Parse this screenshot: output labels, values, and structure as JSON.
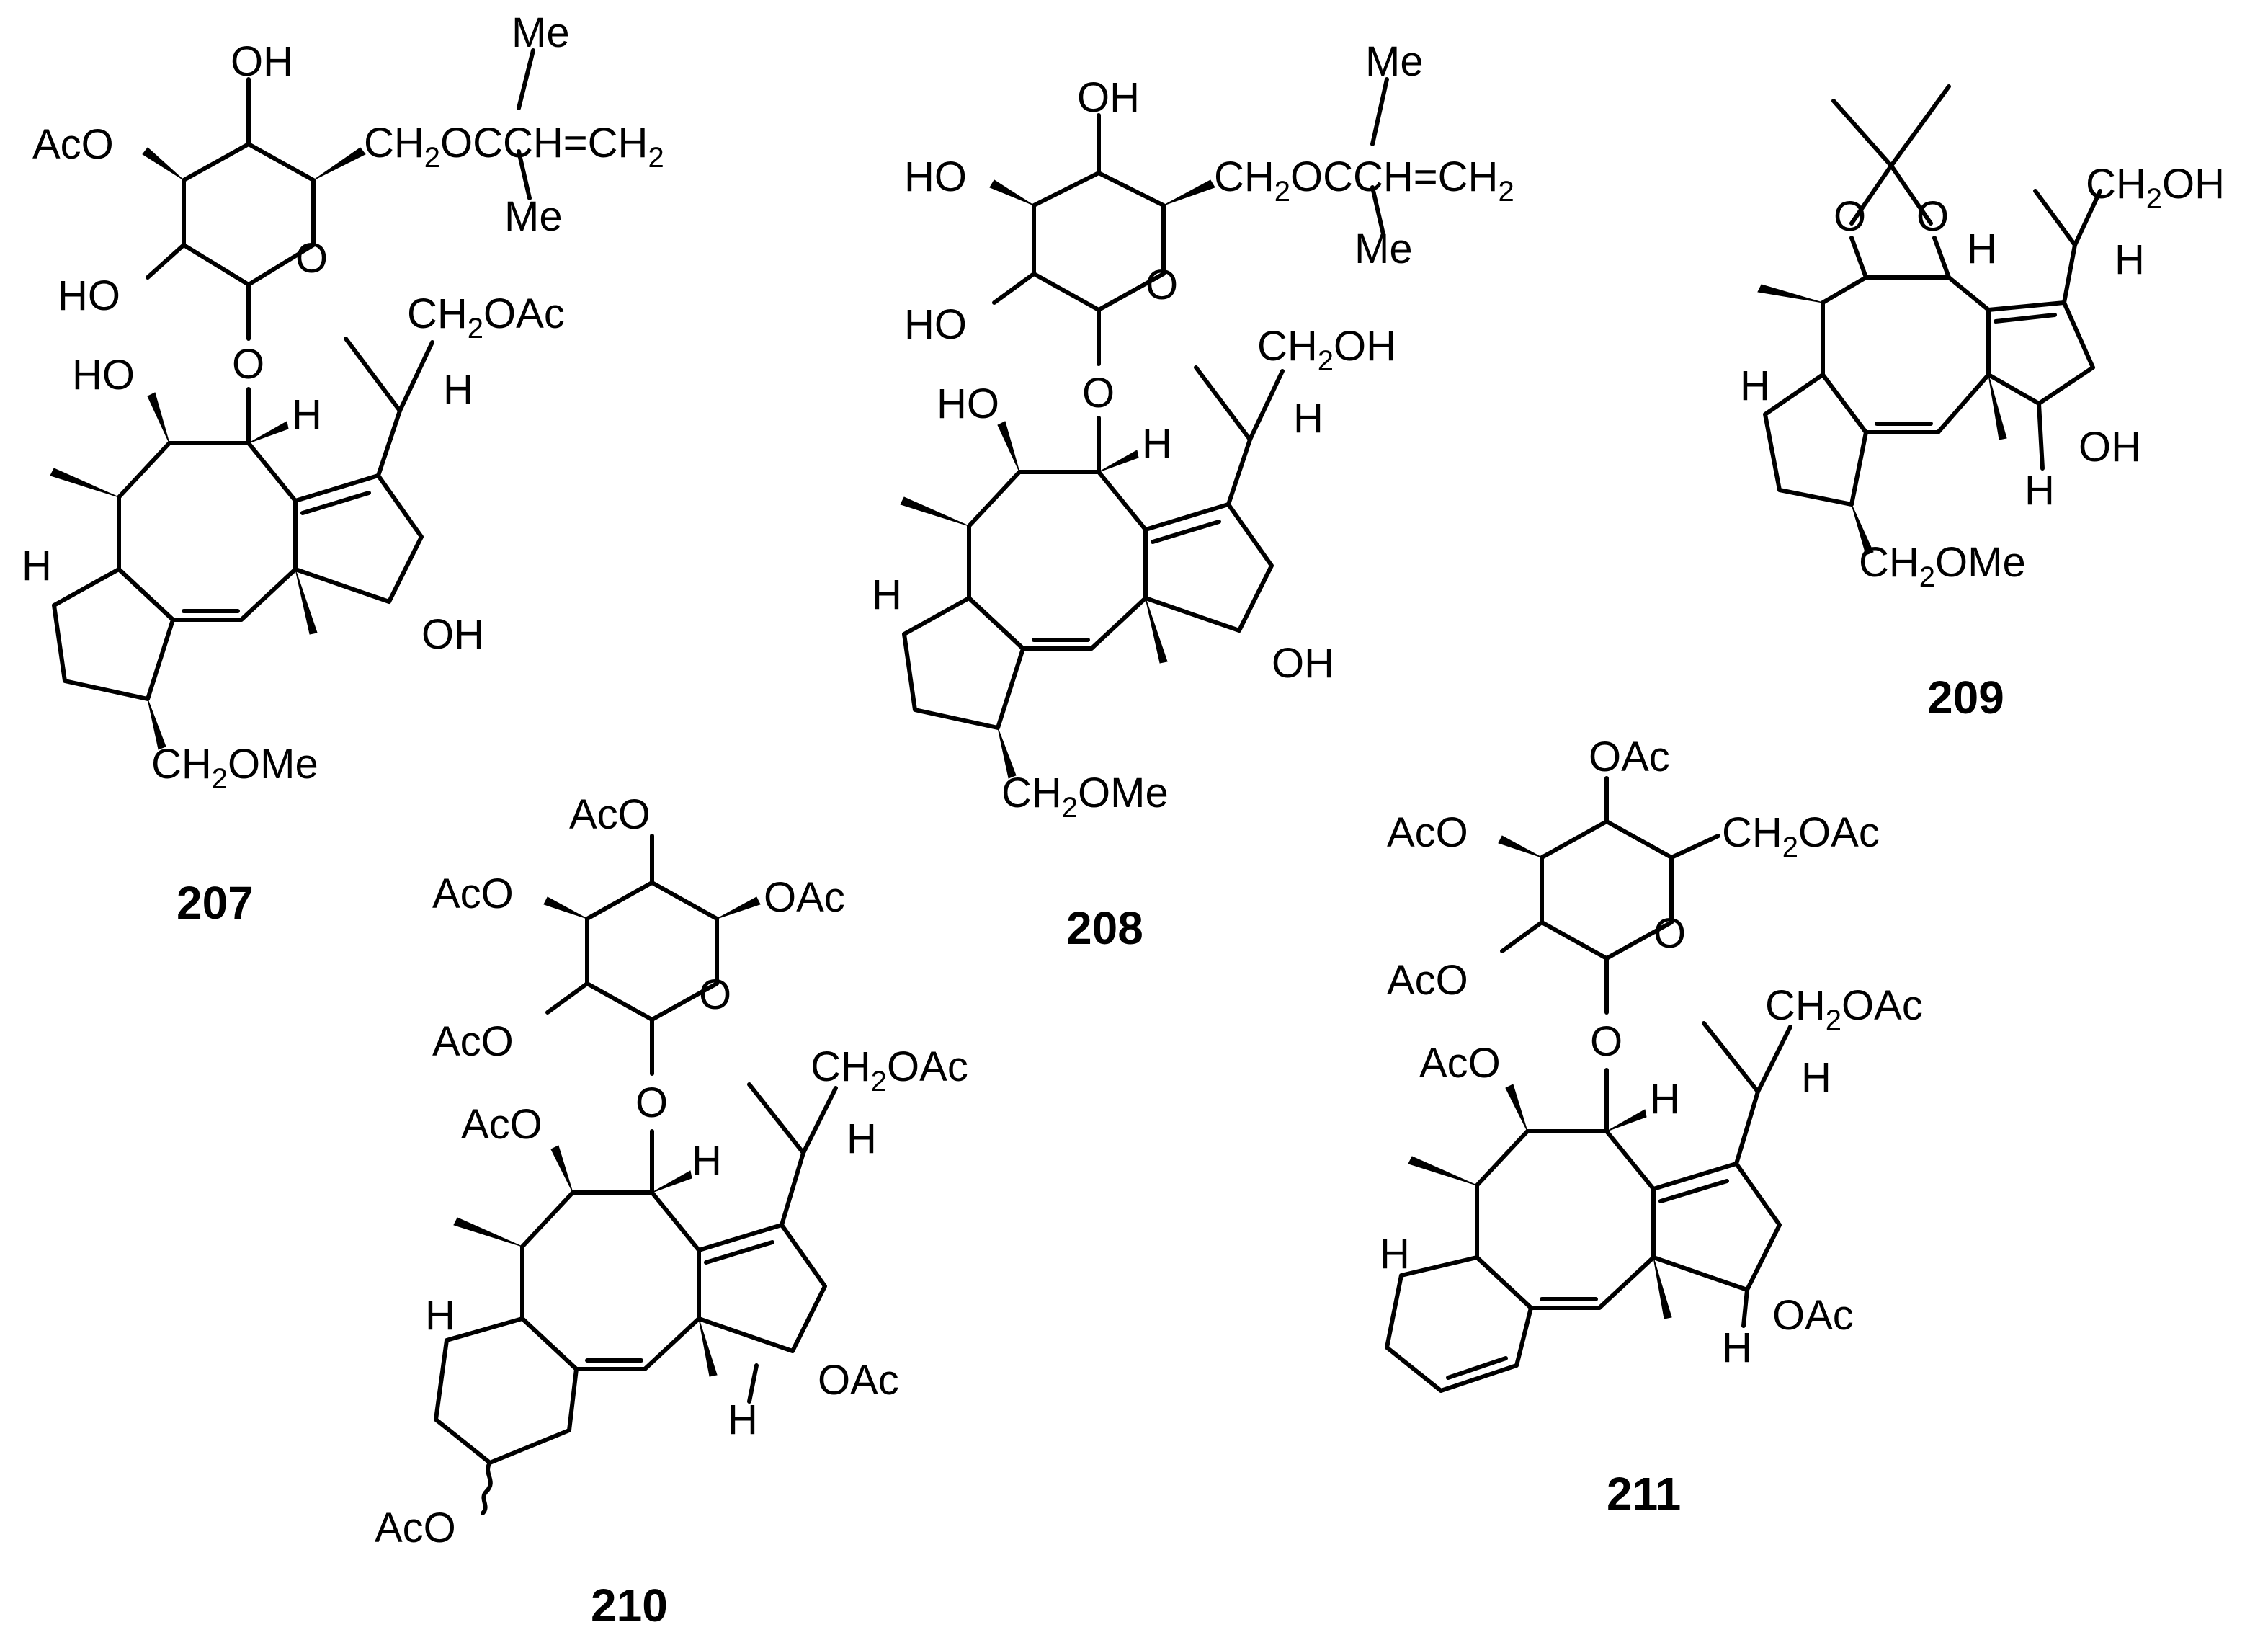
{
  "compounds": {
    "207": {
      "id": "207",
      "labels": {
        "oh_top": "OH",
        "aco_top": "AcO",
        "ch2o": "CH",
        "sub2": "2",
        "o_after": "OCCH=CH",
        "sub2b": "2",
        "me_top": "Me",
        "me_bot": "Me",
        "ho_left": "HO",
        "ring_o": "O",
        "glyco_o": "O",
        "ch2oac": "CH",
        "ch2oac_sub": "2",
        "ch2oac_tail": "OAc",
        "h_side": "H",
        "ho_c2": "HO",
        "h_ring": "H",
        "h_left": "H",
        "oh_right": "OH",
        "ch2ome": "CH",
        "ch2ome_sub": "2",
        "ch2ome_tail": "OMe"
      }
    },
    "208": {
      "id": "208",
      "labels": {
        "oh_top": "OH",
        "ho_left1": "HO",
        "ch2o": "CH",
        "sub2": "2",
        "o_after": "OCCH=CH",
        "sub2b": "2",
        "me_top": "Me",
        "me_bot": "Me",
        "ho_left2": "HO",
        "ring_o": "O",
        "glyco_o": "O",
        "ch2oh": "CH",
        "ch2oh_sub": "2",
        "ch2oh_tail": "OH",
        "h_side": "H",
        "ho_c2": "HO",
        "h_ring": "H",
        "h_left": "H",
        "oh_right": "OH",
        "ch2ome": "CH",
        "ch2ome_sub": "2",
        "ch2ome_tail": "OMe"
      }
    },
    "209": {
      "id": "209",
      "labels": {
        "o_left": "O",
        "o_right": "O",
        "h_ring": "H",
        "ch2oh": "CH",
        "ch2oh_sub": "2",
        "ch2oh_tail": "OH",
        "h_side": "H",
        "h_left": "H",
        "oh_right": "OH",
        "h_bottom": "H",
        "ch2ome": "CH",
        "ch2ome_sub": "2",
        "ch2ome_tail": "OMe"
      }
    },
    "210": {
      "id": "210",
      "labels": {
        "aco_top": "AcO",
        "aco_left": "AcO",
        "oac_right": "OAc",
        "aco_low": "AcO",
        "ring_o": "O",
        "glyco_o": "O",
        "ch2oac": "CH",
        "ch2oac_sub": "2",
        "ch2oac_tail": "OAc",
        "h_side": "H",
        "aco_c2": "AcO",
        "h_ring": "H",
        "h_left": "H",
        "oac_cp": "OAc",
        "h_cp": "H",
        "aco_bottom": "AcO"
      }
    },
    "211": {
      "id": "211",
      "labels": {
        "oac_top": "OAc",
        "aco_left": "AcO",
        "ch2oac_sugar": "CH",
        "ch2oac_sugar_sub": "2",
        "ch2oac_sugar_tail": "OAc",
        "aco_low": "AcO",
        "ring_o": "O",
        "glyco_o": "O",
        "ch2oac": "CH",
        "ch2oac_sub": "2",
        "ch2oac_tail": "OAc",
        "h_side": "H",
        "aco_c2": "AcO",
        "h_ring": "H",
        "h_left": "H",
        "oac_cp": "OAc",
        "h_cp": "H"
      }
    }
  }
}
